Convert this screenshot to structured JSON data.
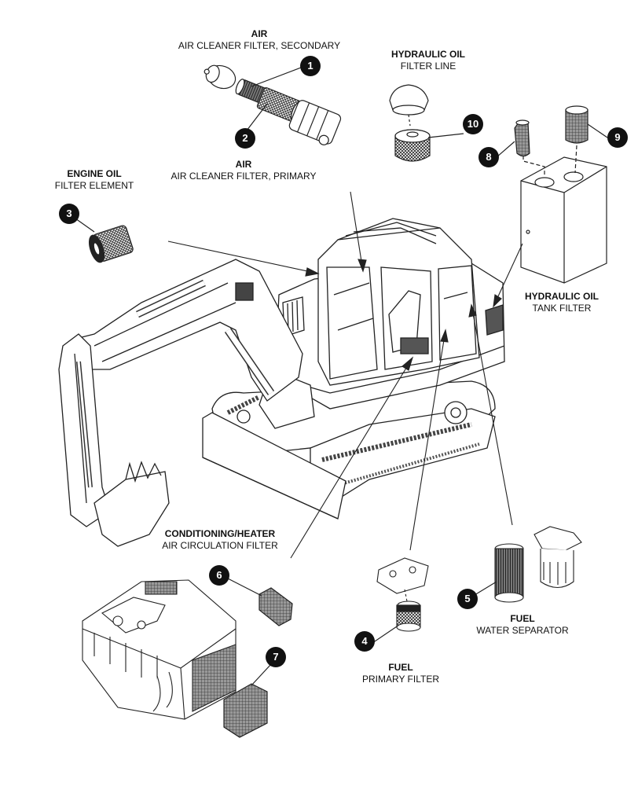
{
  "labels": {
    "air_secondary": {
      "heading": "AIR",
      "sub": "AIR CLEANER FILTER, SECONDARY"
    },
    "air_primary": {
      "heading": "AIR",
      "sub": "AIR CLEANER FILTER, PRIMARY"
    },
    "hydraulic_filter_line": {
      "heading": "HYDRAULIC OIL",
      "sub": "FILTER LINE"
    },
    "engine_oil": {
      "heading": "ENGINE OIL",
      "sub": "FILTER ELEMENT"
    },
    "hydraulic_tank": {
      "heading": "HYDRAULIC OIL",
      "sub": "TANK FILTER"
    },
    "conditioning": {
      "heading": "CONDITIONING/HEATER",
      "sub": "AIR CIRCULATION FILTER"
    },
    "fuel_water": {
      "heading": "FUEL",
      "sub": "WATER SEPARATOR"
    },
    "fuel_primary": {
      "heading": "FUEL",
      "sub": "PRIMARY FILTER"
    }
  },
  "callouts": [
    "1",
    "2",
    "3",
    "4",
    "5",
    "6",
    "7",
    "8",
    "9",
    "10"
  ]
}
